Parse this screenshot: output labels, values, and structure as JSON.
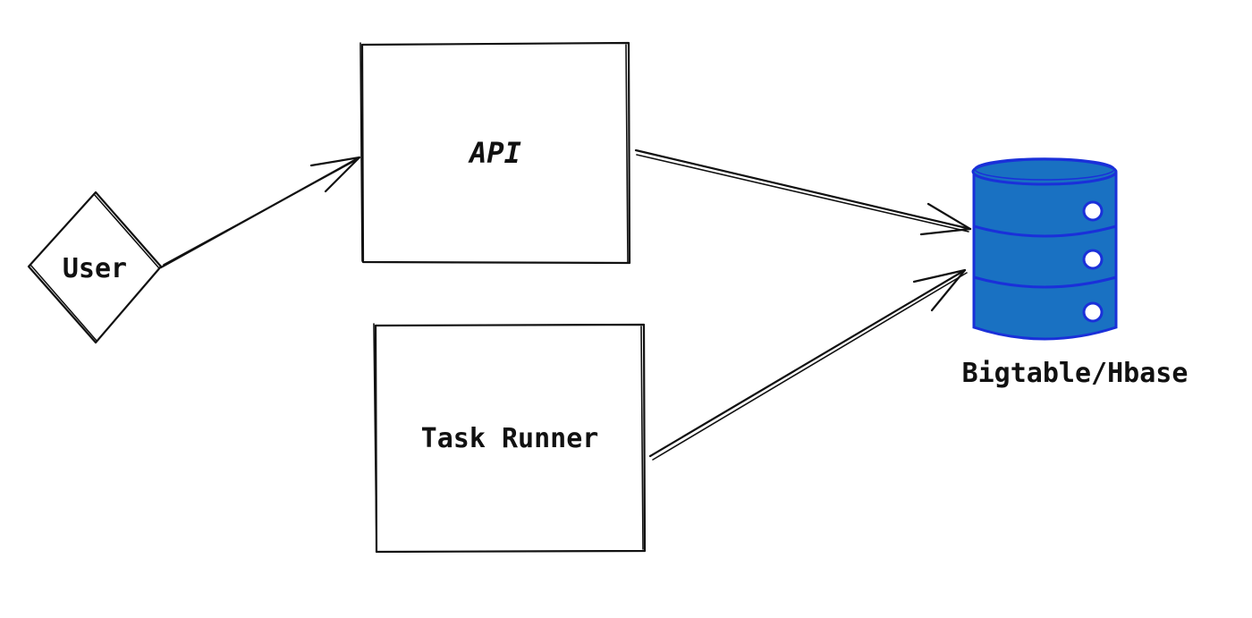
{
  "nodes": {
    "user": {
      "label": "User"
    },
    "api": {
      "label": "API"
    },
    "task_runner": {
      "label": "Task Runner"
    },
    "database": {
      "label": "Bigtable/Hbase",
      "icon": "database-icon"
    }
  },
  "colors": {
    "ink": "#111111",
    "db_fill": "#1971c2",
    "db_stroke": "#1a30d9",
    "background": "#ffffff"
  }
}
